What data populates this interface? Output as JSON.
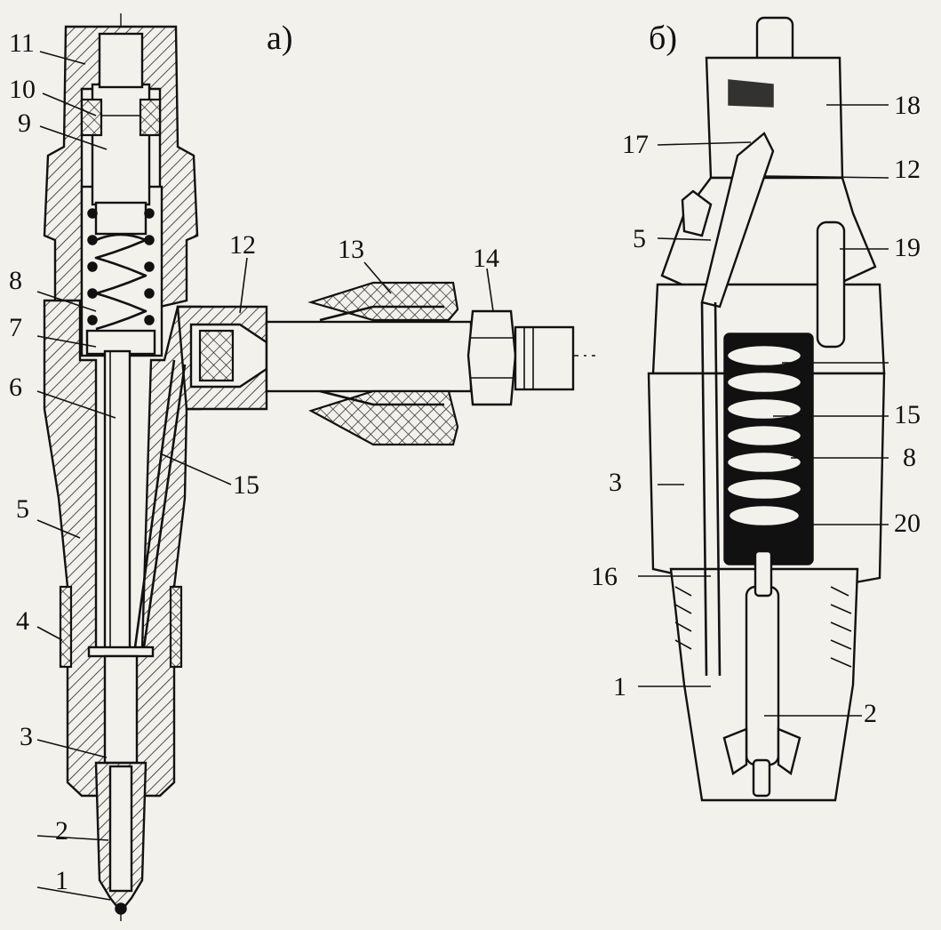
{
  "figure_a": {
    "title": "а)",
    "labels": [
      "1",
      "2",
      "3",
      "4",
      "5",
      "6",
      "7",
      "8",
      "9",
      "10",
      "11",
      "12",
      "13",
      "14",
      "15"
    ]
  },
  "figure_b": {
    "title": "б)",
    "labels": [
      "17",
      "5",
      "3",
      "16",
      "1",
      "18",
      "12",
      "19",
      "15",
      "8",
      "20",
      "2"
    ]
  }
}
